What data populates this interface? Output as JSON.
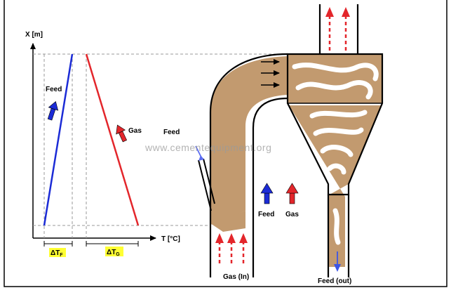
{
  "diagram": {
    "y_axis_label": "X [m]",
    "x_axis_label": "T [°C]",
    "delta_feed": "ΔTF",
    "delta_feed_main": "ΔT",
    "delta_feed_sub": "F",
    "delta_gas_main": "ΔT",
    "delta_gas_sub": "G",
    "feed_label_plot": "Feed",
    "gas_label_plot": "Gas",
    "feed_inlet_label": "Feed",
    "legend_feed": "Feed",
    "legend_gas": "Gas",
    "gas_in_label": "Gas (In)",
    "feed_out_label": "Feed (out)",
    "watermark": "www.cementequipment.org"
  },
  "colors": {
    "feed": "#1b2bd6",
    "gas": "#e3262b",
    "material": "#c29a6f",
    "highlight": "#ffff33"
  }
}
